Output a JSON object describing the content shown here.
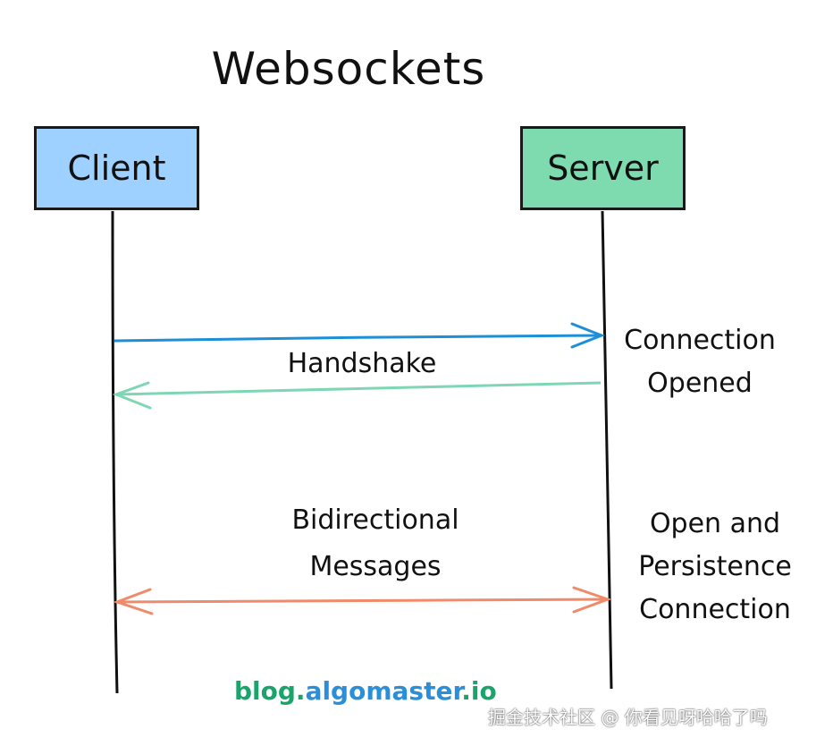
{
  "title": "Websockets",
  "participants": {
    "client": {
      "label": "Client",
      "color": "#9ed1ff"
    },
    "server": {
      "label": "Server",
      "color": "#7edbb0"
    }
  },
  "messages": {
    "handshake_label": "Handshake",
    "bidirectional_line1": "Bidirectional",
    "bidirectional_line2": "Messages",
    "request_color": "#1d8fd6",
    "response_color": "#7fd6b5",
    "bidirectional_color": "#ef8b6b"
  },
  "notes": {
    "connection_opened_line1": "Connection",
    "connection_opened_line2": "Opened",
    "persistent_line1": "Open and",
    "persistent_line2": "Persistence",
    "persistent_line3": "Connection"
  },
  "watermark": {
    "part1": "blog.",
    "part2": "algomaster",
    "part3": ".io",
    "color1": "#1aa36b",
    "color2": "#2a8fd8",
    "color3": "#1aa36b"
  },
  "footer": "掘金技术社区 @ 你看见呀哈哈了吗"
}
